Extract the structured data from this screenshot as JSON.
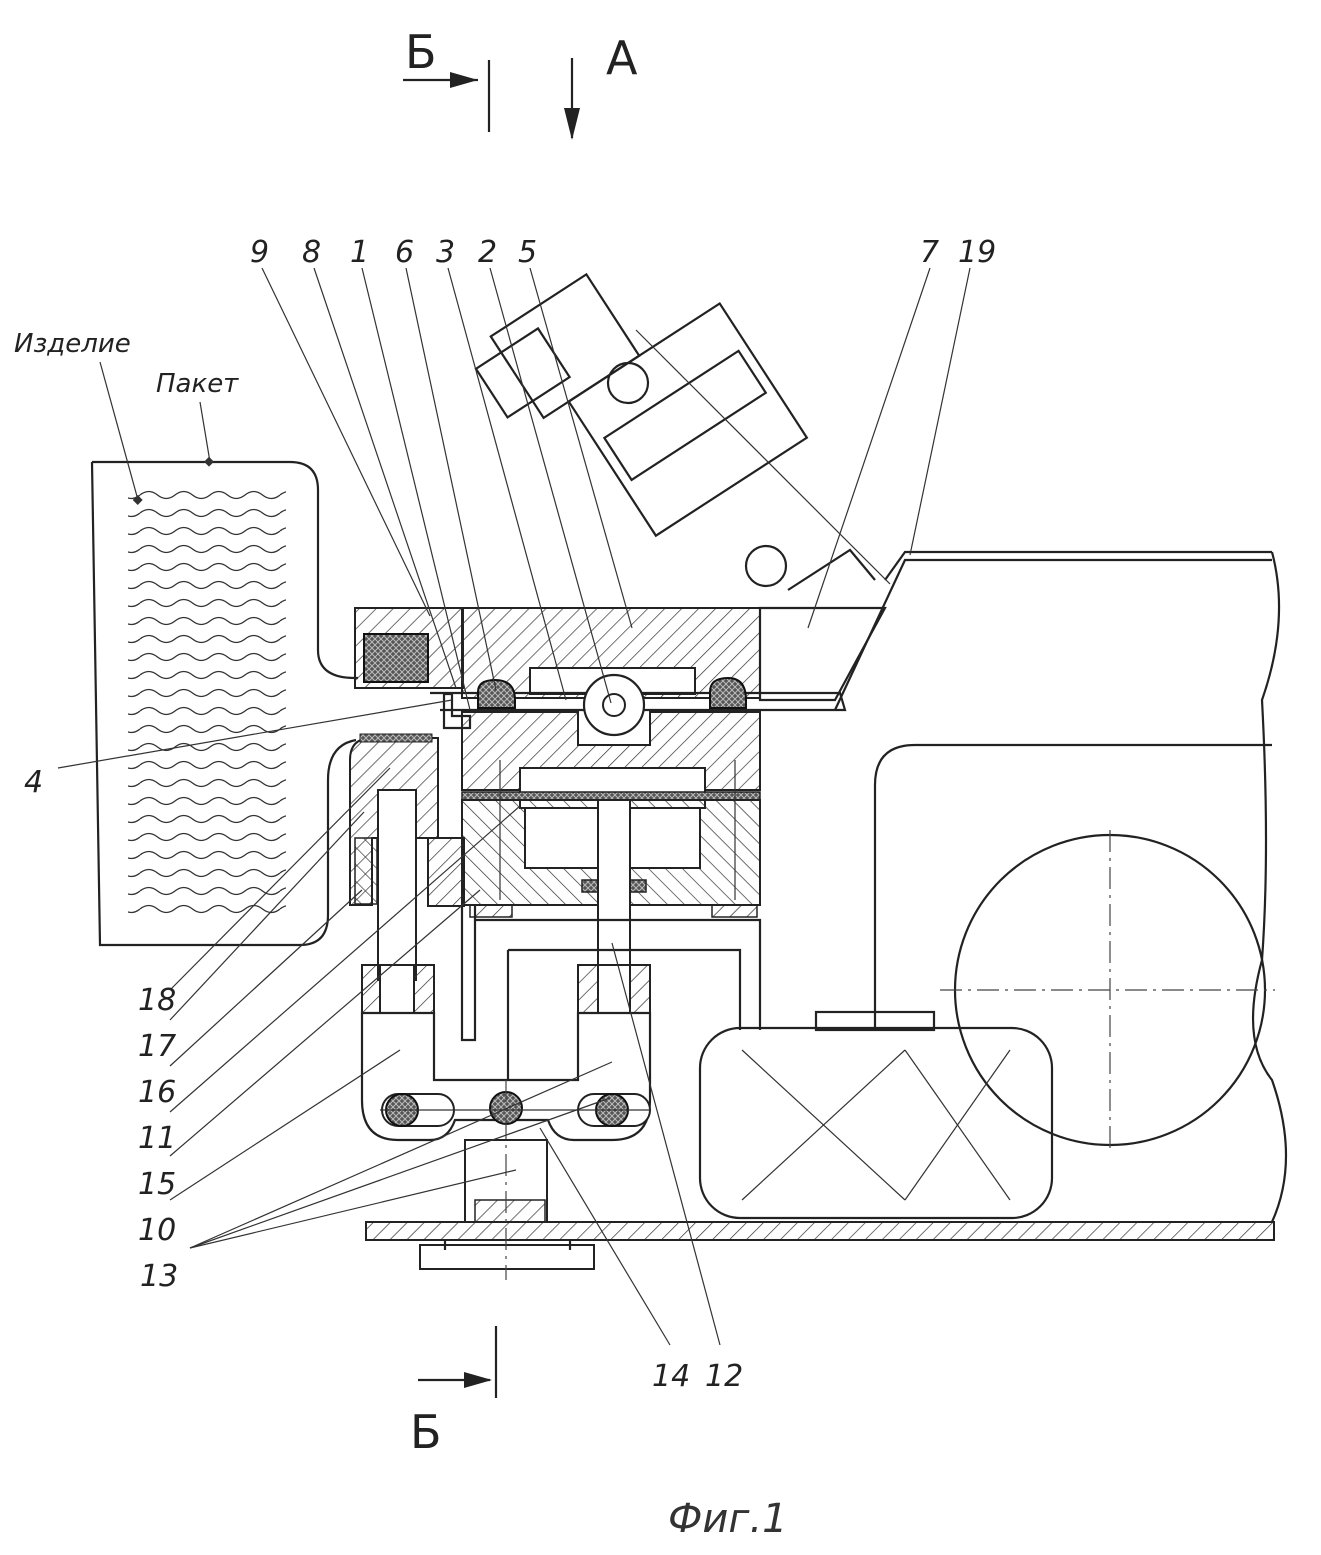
{
  "section_marks": {
    "top_left": "Б",
    "top_view": "А",
    "bottom_left": "Б"
  },
  "product_labels": {
    "product": "Изделие",
    "package": "Пакет"
  },
  "part_numbers": {
    "p9": "9",
    "p8": "8",
    "p1": "1",
    "p6": "6",
    "p3": "3",
    "p2": "2",
    "p5": "5",
    "p7": "7",
    "p19": "19",
    "p4": "4",
    "p18": "18",
    "p17": "17",
    "p16": "16",
    "p11": "11",
    "p15": "15",
    "p10": "10",
    "p13": "13",
    "p14": "14",
    "p12": "12"
  },
  "caption": "Фиг.1"
}
